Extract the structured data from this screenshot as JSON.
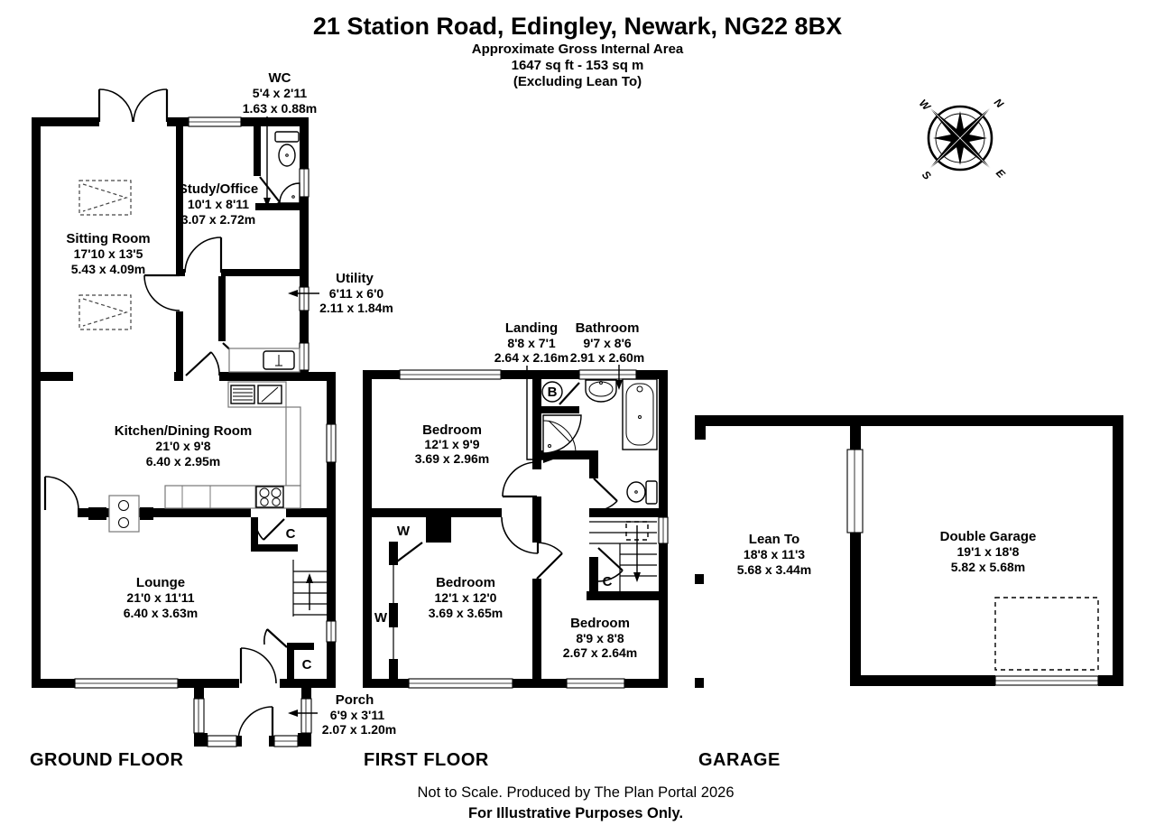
{
  "header": {
    "title": "21 Station Road, Edingley, Newark, NG22 8BX",
    "subtitle1": "Approximate Gross Internal Area",
    "subtitle2": "1647 sq ft - 153 sq m",
    "subtitle3": "(Excluding Lean To)"
  },
  "compass": {
    "north": "N",
    "east": "E",
    "south": "S",
    "west": "W"
  },
  "ground_floor": {
    "label": "GROUND FLOOR",
    "rooms": {
      "wc": {
        "name": "WC",
        "imperial": "5'4 x 2'11",
        "metric": "1.63 x 0.88m"
      },
      "sitting_room": {
        "name": "Sitting Room",
        "imperial": "17'10 x 13'5",
        "metric": "5.43 x 4.09m"
      },
      "study_office": {
        "name": "Study/Office",
        "imperial": "10'1 x 8'11",
        "metric": "3.07 x 2.72m"
      },
      "utility": {
        "name": "Utility",
        "imperial": "6'11 x 6'0",
        "metric": "2.11 x 1.84m"
      },
      "kitchen_dining": {
        "name": "Kitchen/Dining Room",
        "imperial": "21'0 x 9'8",
        "metric": "6.40 x 2.95m"
      },
      "lounge": {
        "name": "Lounge",
        "imperial": "21'0 x 11'11",
        "metric": "6.40 x 3.63m"
      },
      "porch": {
        "name": "Porch",
        "imperial": "6'9 x 3'11",
        "metric": "2.07 x 1.20m"
      }
    },
    "markers": {
      "cupboard": "C"
    }
  },
  "first_floor": {
    "label": "FIRST FLOOR",
    "rooms": {
      "landing": {
        "name": "Landing",
        "imperial": "8'8 x 7'1",
        "metric": "2.64 x 2.16m"
      },
      "bathroom": {
        "name": "Bathroom",
        "imperial": "9'7 x 8'6",
        "metric": "2.91 x 2.60m"
      },
      "bedroom_1": {
        "name": "Bedroom",
        "imperial": "12'1 x 9'9",
        "metric": "3.69 x 2.96m"
      },
      "bedroom_2": {
        "name": "Bedroom",
        "imperial": "12'1 x 12'0",
        "metric": "3.69 x 3.65m"
      },
      "bedroom_3": {
        "name": "Bedroom",
        "imperial": "8'9 x 8'8",
        "metric": "2.67 x 2.64m"
      }
    },
    "markers": {
      "cupboard": "C",
      "wardrobe": "W",
      "boiler": "B"
    }
  },
  "garage": {
    "label": "GARAGE",
    "rooms": {
      "lean_to": {
        "name": "Lean To",
        "imperial": "18'8 x 11'3",
        "metric": "5.68 x 3.44m"
      },
      "double_garage": {
        "name": "Double Garage",
        "imperial": "19'1 x 18'8",
        "metric": "5.82 x 5.68m"
      }
    }
  },
  "footer": {
    "line1": "Not to Scale. Produced by The Plan Portal 2026",
    "line2": "For Illustrative Purposes Only."
  },
  "colors": {
    "wall": "#000000",
    "background": "#ffffff",
    "counter": "#777777"
  }
}
